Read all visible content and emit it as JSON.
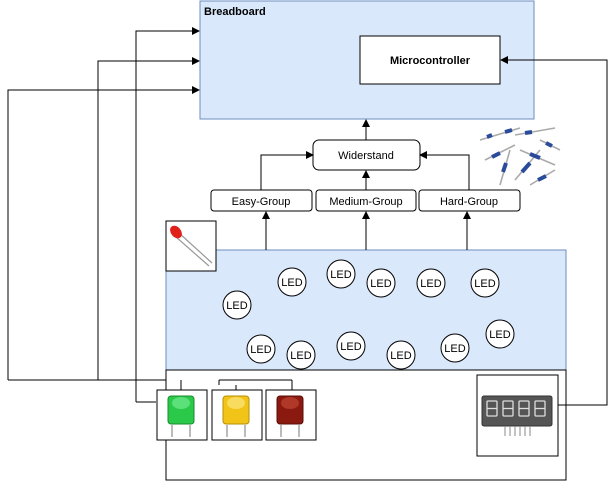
{
  "breadboard": {
    "title": "Breadboard"
  },
  "microcontroller": {
    "label": "Microcontroller"
  },
  "resistor": {
    "label": "Widerstand"
  },
  "groups": [
    {
      "label": "Easy-Group"
    },
    {
      "label": "Medium-Group"
    },
    {
      "label": "Hard-Group"
    }
  ],
  "leds": [
    {
      "label": "LED"
    },
    {
      "label": "LED"
    },
    {
      "label": "LED"
    },
    {
      "label": "LED"
    },
    {
      "label": "LED"
    },
    {
      "label": "LED"
    },
    {
      "label": "LED"
    },
    {
      "label": "LED"
    },
    {
      "label": "LED"
    },
    {
      "label": "LED"
    },
    {
      "label": "LED"
    },
    {
      "label": "LED"
    }
  ],
  "buttons": [
    {
      "color": "#2bc94a"
    },
    {
      "color": "#f2c417"
    },
    {
      "color": "#8a1a10"
    }
  ],
  "colors": {
    "panel_fill": "#dae8fc",
    "panel_stroke": "#6c8ebf",
    "line": "#000000"
  }
}
